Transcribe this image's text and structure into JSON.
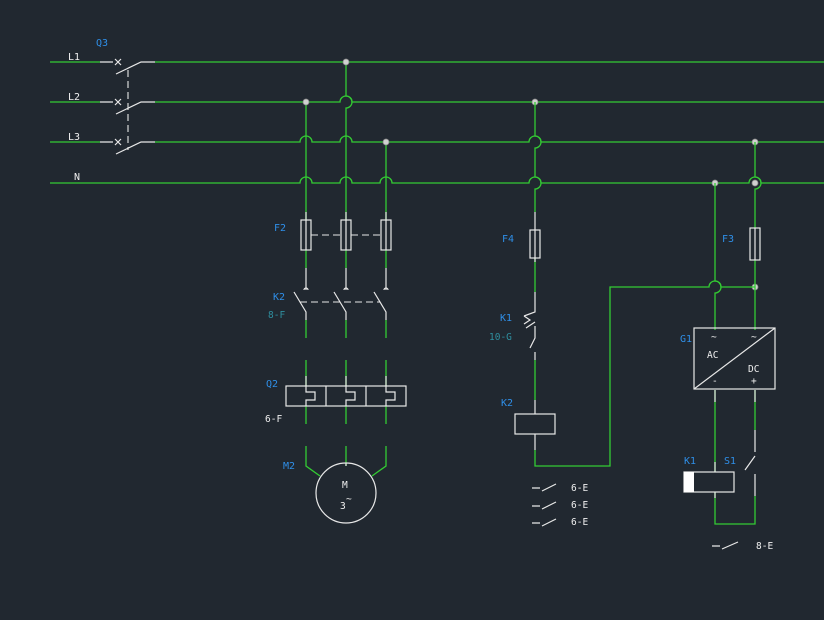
{
  "lines": {
    "l1": "L1",
    "l2": "L2",
    "l3": "L3",
    "n": "N"
  },
  "devices": {
    "q3": "Q3",
    "f2": "F2",
    "k2_main": "K2",
    "k2_main_ref": "8-F",
    "q2": "Q2",
    "q2_ref": "6-F",
    "m2": "M2",
    "motor_m": "M",
    "motor_phase": "3",
    "motor_tilde": "~",
    "f4": "F4",
    "k1_contact": "K1",
    "k1_contact_ref": "10-G",
    "k2_coil": "K2",
    "f3": "F3",
    "g1": "G1",
    "g1_ac": "AC",
    "g1_dc": "DC",
    "g1_term_tl": "~",
    "g1_term_tr": "~",
    "g1_term_bl": "-",
    "g1_term_br": "+",
    "k1_coil": "K1",
    "s1": "S1"
  },
  "cross_refs": {
    "k2": [
      "6-E",
      "6-E",
      "6-E"
    ],
    "k1": [
      "8-E"
    ]
  },
  "colors": {
    "background": "#212830",
    "wire": "#33cc33",
    "symbol": "#e8e8e8",
    "device_label": "#2f8fe8",
    "ref_label": "#2f8f9f"
  }
}
